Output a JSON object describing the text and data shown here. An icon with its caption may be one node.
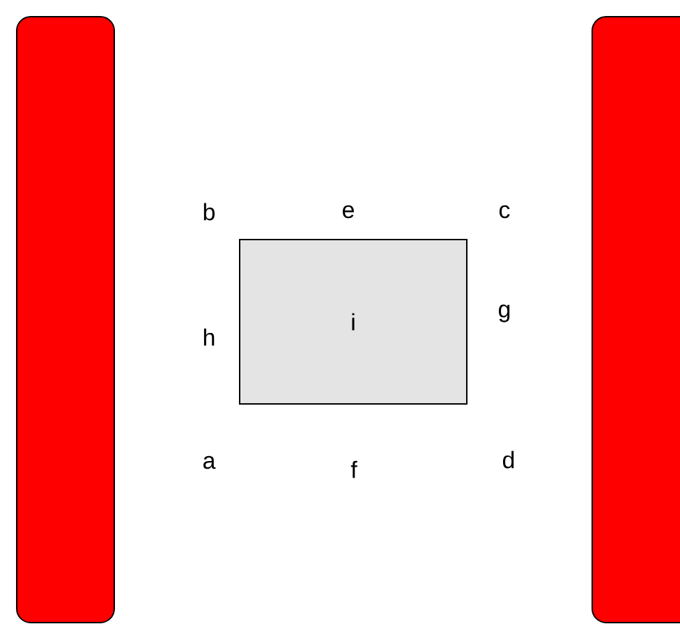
{
  "diagram": {
    "nodes": [
      {
        "text": [],
        "shape": "bar"
      },
      {
        "text": [
          "i"
        ]
      },
      {
        "text": [],
        "shape": "bar"
      }
    ],
    "labels": [
      "b",
      "e",
      "c",
      "h",
      "g",
      "a",
      "f",
      "d"
    ]
  }
}
